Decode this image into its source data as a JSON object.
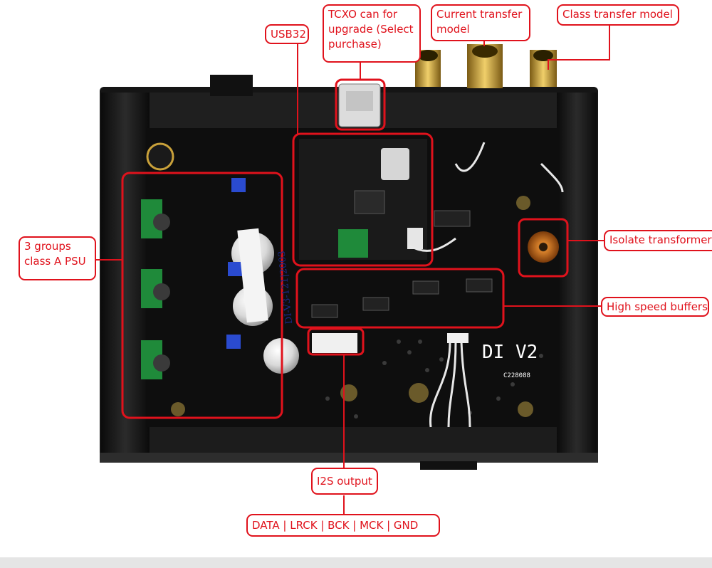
{
  "labels": {
    "usb": "USB32",
    "tcxo": "TCXO can for upgrade (Select purchase)",
    "current_transfer": "Current transfer model",
    "class_transfer": "Class transfer model",
    "psu": "3 groups class A PSU",
    "isolate": "Isolate transformer",
    "buffers": "High speed buffers",
    "i2s_output": "I2S output",
    "pins": "DATA |  LRCK | BCK | MCK | GND"
  },
  "board": {
    "model": "DI  V2",
    "serial": "C228088",
    "handwritten": "DI-V3-121|2003"
  },
  "colors": {
    "annotation": "#e0121c",
    "pcb": "#0e0e0e",
    "chassis": "#1d1d1d",
    "gold": "#c9a13a"
  }
}
